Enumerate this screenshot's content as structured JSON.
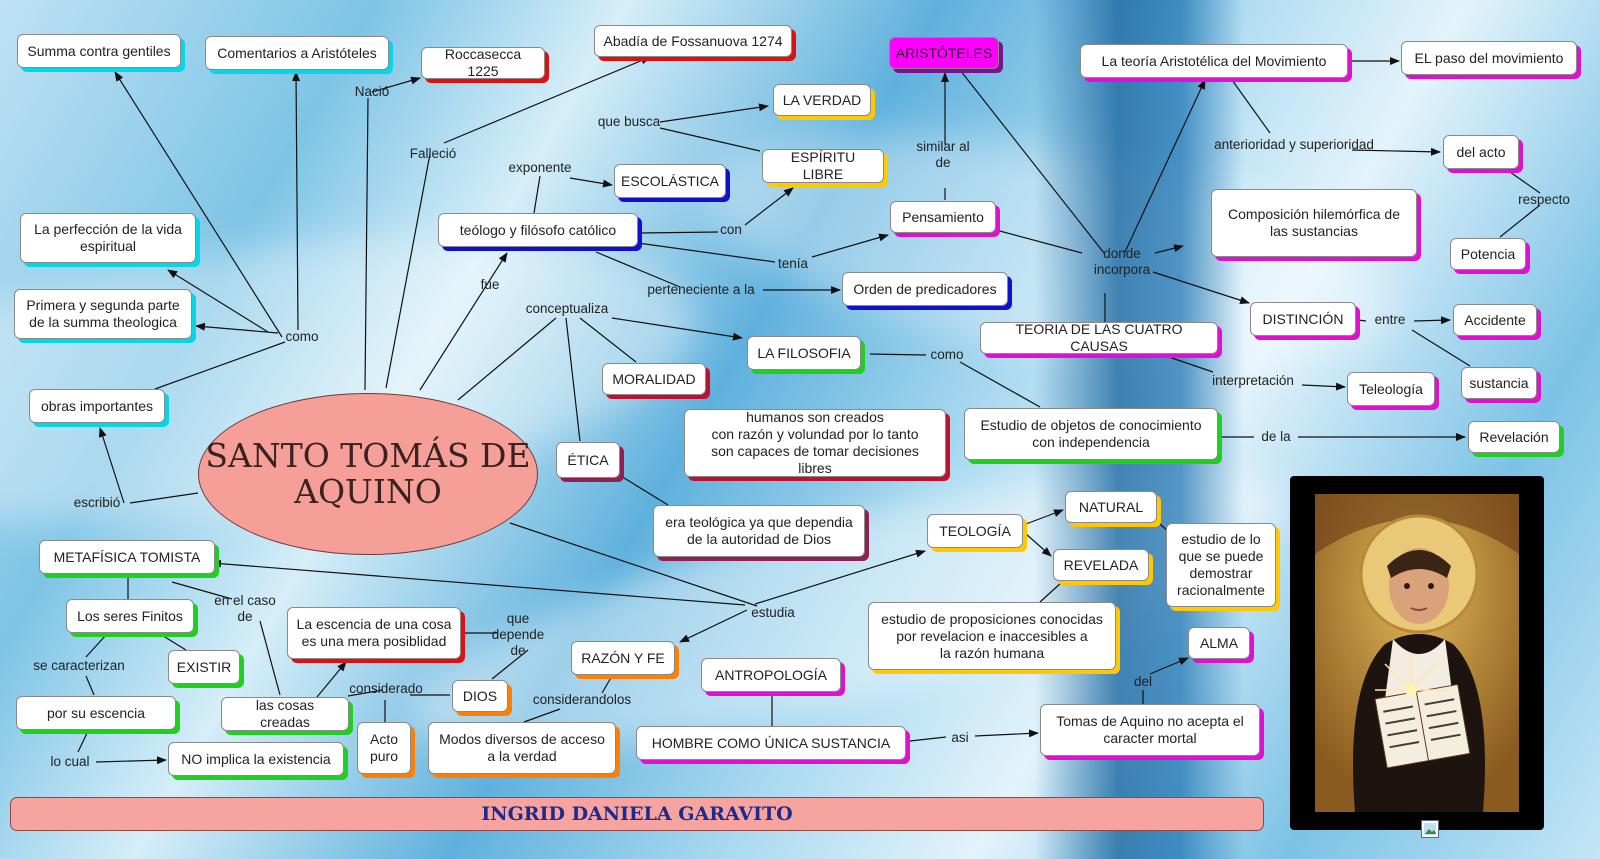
{
  "central": "SANTO TOMÁS DE\nAQUINO",
  "footer": "INGRID DANIELA GARAVITO",
  "colors": {
    "central": "#f59f98",
    "footer": "#f7a3a0",
    "aristoteles": "#ff00ff"
  },
  "nodes": [
    {
      "id": "summa-contra",
      "text": "Summa contra gentiles",
      "shadow": "#00d8e8"
    },
    {
      "id": "comentarios",
      "text": "Comentarios a Aristóteles",
      "shadow": "#00d8e8"
    },
    {
      "id": "roccasecca",
      "text": "Roccasecca 1225",
      "shadow": "#e01010"
    },
    {
      "id": "fossanuova",
      "text": "Abadía de Fossanuova 1274",
      "shadow": "#e01010"
    },
    {
      "id": "la-verdad",
      "text": "LA VERDAD",
      "shadow": "#ffc800"
    },
    {
      "id": "espiritu-libre",
      "text": "ESPÍRITU LIBRE",
      "shadow": "#ffc800"
    },
    {
      "id": "escolastica",
      "text": "ESCOLÁSTICA",
      "shadow": "#1010d0"
    },
    {
      "id": "teologo",
      "text": "teólogo y filósofo católico",
      "shadow": "#1010d0"
    },
    {
      "id": "aristoteles",
      "text": "ARISTÓTELES",
      "shadow": "#7a1090",
      "bg": "#ff00ff"
    },
    {
      "id": "pensamiento",
      "text": "Pensamiento",
      "shadow": "#e010d0"
    },
    {
      "id": "orden",
      "text": "Orden de predicadores",
      "shadow": "#1010d0"
    },
    {
      "id": "perfeccion",
      "text": "La perfección de la vida\nespiritual",
      "shadow": "#00d8e8"
    },
    {
      "id": "primera-segunda",
      "text": "Primera y segunda parte\nde la summa theologica",
      "shadow": "#00d8e8"
    },
    {
      "id": "obras",
      "text": "obras importantes",
      "shadow": "#00d8e8"
    },
    {
      "id": "la-filosofia",
      "text": "LA FILOSOFIA",
      "shadow": "#20d020"
    },
    {
      "id": "moralidad",
      "text": "MORALIDAD",
      "shadow": "#c01030"
    },
    {
      "id": "humanos",
      "text": "humanos son creados\ncon razón y volundad por lo tanto\nson capaces de tomar decisiones libres",
      "shadow": "#c01030"
    },
    {
      "id": "etica",
      "text": "ÉTICA",
      "shadow": "#902050"
    },
    {
      "id": "era-teologica",
      "text": "era teológica ya que dependia\nde la autoridad de Dios",
      "shadow": "#902050"
    },
    {
      "id": "estudio-objetos",
      "text": "Estudio de objetos de conocimiento\ncon independencia",
      "shadow": "#20d020"
    },
    {
      "id": "teoria-mov",
      "text": "La teoría Aristotélica del Movimiento",
      "shadow": "#e010d0"
    },
    {
      "id": "paso-mov",
      "text": "EL paso del movimiento",
      "shadow": "#e010d0"
    },
    {
      "id": "del-acto",
      "text": "del acto",
      "shadow": "#e010d0"
    },
    {
      "id": "composicion",
      "text": "Composición hilemórfica de\nlas sustancias",
      "shadow": "#e010d0"
    },
    {
      "id": "potencia",
      "text": "Potencia",
      "shadow": "#e010d0"
    },
    {
      "id": "teoria-causas",
      "text": "TEORIA DE LAS CUATRO CAUSAS",
      "shadow": "#e010d0"
    },
    {
      "id": "distincion",
      "text": "DISTINCIÓN",
      "shadow": "#e010d0"
    },
    {
      "id": "accidente",
      "text": "Accidente",
      "shadow": "#e010d0"
    },
    {
      "id": "sustancia",
      "text": "sustancia",
      "shadow": "#e010d0"
    },
    {
      "id": "teleologia",
      "text": "Teleología",
      "shadow": "#e010d0"
    },
    {
      "id": "revelacion",
      "text": "Revelación",
      "shadow": "#20d020"
    },
    {
      "id": "metafisica",
      "text": "METAFÍSICA TOMISTA",
      "shadow": "#20d020"
    },
    {
      "id": "seres-finitos",
      "text": "Los seres Finitos",
      "shadow": "#20d020"
    },
    {
      "id": "existir",
      "text": "EXISTIR",
      "shadow": "#20d020"
    },
    {
      "id": "esencia-cosa",
      "text": "La escencia de una cosa\nes una mera posiblidad",
      "shadow": "#e01010"
    },
    {
      "id": "por-esencia",
      "text": "por su escencia",
      "shadow": "#20d020"
    },
    {
      "id": "no-implica",
      "text": "NO implica la existencia",
      "shadow": "#20d020"
    },
    {
      "id": "cosas-creadas",
      "text": "las cosas creadas",
      "shadow": "#20d020"
    },
    {
      "id": "dios",
      "text": "DIOS",
      "shadow": "#ff8000"
    },
    {
      "id": "acto-puro",
      "text": "Acto\npuro",
      "shadow": "#ff8000"
    },
    {
      "id": "razon-fe",
      "text": "RAZÓN Y FE",
      "shadow": "#ff8000"
    },
    {
      "id": "modos",
      "text": "Modos diversos de acceso\na la verdad",
      "shadow": "#ff8000"
    },
    {
      "id": "teologia",
      "text": "TEOLOGÍA",
      "shadow": "#ffc800"
    },
    {
      "id": "natural",
      "text": "NATURAL",
      "shadow": "#ffc800"
    },
    {
      "id": "revelada",
      "text": "REVELADA",
      "shadow": "#ffc800"
    },
    {
      "id": "estudio-lo",
      "text": "estudio de lo\nque se puede\ndemostrar\nracionalmente",
      "shadow": "#ffc800"
    },
    {
      "id": "estudio-prop",
      "text": "estudio de proposiciones conocidas\npor revelacion e inaccesibles a\nla razón humana",
      "shadow": "#ffc800"
    },
    {
      "id": "antropologia",
      "text": "ANTROPOLOGÍA",
      "shadow": "#e010d0"
    },
    {
      "id": "alma",
      "text": "ALMA",
      "shadow": "#e010d0"
    },
    {
      "id": "hombre",
      "text": "HOMBRE COMO ÚNICA SUSTANCIA",
      "shadow": "#e010d0"
    },
    {
      "id": "tomas-no-acepta",
      "text": "Tomas de Aquino no acepta el\ncaracter mortal",
      "shadow": "#e010d0"
    }
  ],
  "labels": [
    {
      "id": "l-nacio",
      "text": "Nació"
    },
    {
      "id": "l-fallecio",
      "text": "Falleció"
    },
    {
      "id": "l-que-busca",
      "text": "que busca"
    },
    {
      "id": "l-exponente",
      "text": "exponente"
    },
    {
      "id": "l-con",
      "text": "con"
    },
    {
      "id": "l-tenia",
      "text": "tenía"
    },
    {
      "id": "l-fue",
      "text": "fue"
    },
    {
      "id": "l-perteneciente",
      "text": "perteneciente a la"
    },
    {
      "id": "l-similar",
      "text": "similar al\nde"
    },
    {
      "id": "l-donde",
      "text": "donde\nincorpora"
    },
    {
      "id": "l-anterioridad",
      "text": "anterioridad y superioridad"
    },
    {
      "id": "l-respecto",
      "text": "respecto"
    },
    {
      "id": "l-entre",
      "text": "entre"
    },
    {
      "id": "l-interpretacion",
      "text": "interpretación"
    },
    {
      "id": "l-de-la",
      "text": "de la"
    },
    {
      "id": "l-como-obras",
      "text": "como"
    },
    {
      "id": "l-conceptualiza",
      "text": "conceptualiza"
    },
    {
      "id": "l-como-filo",
      "text": "como"
    },
    {
      "id": "l-escribio",
      "text": "escribió"
    },
    {
      "id": "l-en-el-caso",
      "text": "en el caso\nde"
    },
    {
      "id": "l-se-caracterizan",
      "text": "se caracterizan"
    },
    {
      "id": "l-lo-cual",
      "text": "lo cual"
    },
    {
      "id": "l-que-depende",
      "text": "que\ndepende\nde"
    },
    {
      "id": "l-estudia",
      "text": "estudia"
    },
    {
      "id": "l-considerado",
      "text": "considerado"
    },
    {
      "id": "l-considerandolos",
      "text": "considerandolos"
    },
    {
      "id": "l-del",
      "text": "del"
    },
    {
      "id": "l-asi",
      "text": "asi"
    }
  ]
}
